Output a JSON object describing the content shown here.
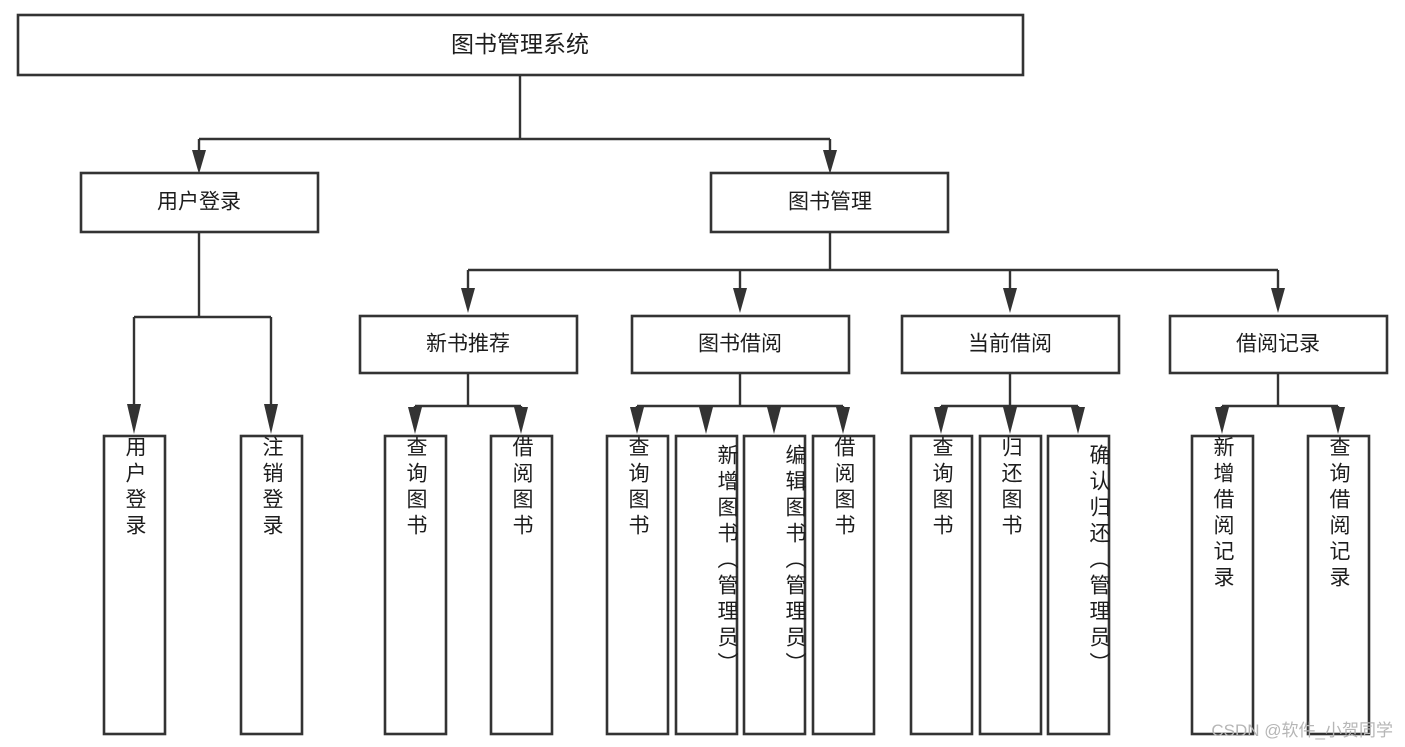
{
  "diagram": {
    "type": "tree",
    "title": "图书管理系统",
    "watermark": "CSDN @软件_小贺同学",
    "root": {
      "id": "root",
      "label": "图书管理系统"
    },
    "level2": [
      {
        "id": "user-login",
        "label": "用户登录"
      },
      {
        "id": "book-manage",
        "label": "图书管理"
      }
    ],
    "level3": [
      {
        "id": "new-book-rec",
        "label": "新书推荐",
        "parent": "book-manage"
      },
      {
        "id": "book-borrow",
        "label": "图书借阅",
        "parent": "book-manage"
      },
      {
        "id": "current-borrow",
        "label": "当前借阅",
        "parent": "book-manage"
      },
      {
        "id": "borrow-record",
        "label": "借阅记录",
        "parent": "book-manage"
      }
    ],
    "leaves": [
      {
        "id": "leaf-user-login",
        "label": "用户登录",
        "parent": "user-login"
      },
      {
        "id": "leaf-logout",
        "label": "注销登录",
        "parent": "user-login"
      },
      {
        "id": "leaf-query-book-1",
        "label": "查询图书",
        "parent": "new-book-rec"
      },
      {
        "id": "leaf-borrow-book-1",
        "label": "借阅图书",
        "parent": "new-book-rec"
      },
      {
        "id": "leaf-query-book-2",
        "label": "查询图书",
        "parent": "book-borrow"
      },
      {
        "id": "leaf-add-book",
        "label": "新增图书（管理员）",
        "parent": "book-borrow"
      },
      {
        "id": "leaf-edit-book",
        "label": "编辑图书（管理员）",
        "parent": "book-borrow"
      },
      {
        "id": "leaf-borrow-book-2",
        "label": "借阅图书",
        "parent": "book-borrow"
      },
      {
        "id": "leaf-query-book-3",
        "label": "查询图书",
        "parent": "current-borrow"
      },
      {
        "id": "leaf-return-book",
        "label": "归还图书",
        "parent": "current-borrow"
      },
      {
        "id": "leaf-confirm-return",
        "label": "确认归还（管理员）",
        "parent": "current-borrow"
      },
      {
        "id": "leaf-add-record",
        "label": "新增借阅记录",
        "parent": "borrow-record"
      },
      {
        "id": "leaf-query-record",
        "label": "查询借阅记录",
        "parent": "borrow-record"
      }
    ],
    "colors": {
      "stroke": "#333333",
      "fill": "#ffffff",
      "text": "#1d1d1d",
      "watermark": "#b6b6b6",
      "background": "#ffffff"
    }
  }
}
